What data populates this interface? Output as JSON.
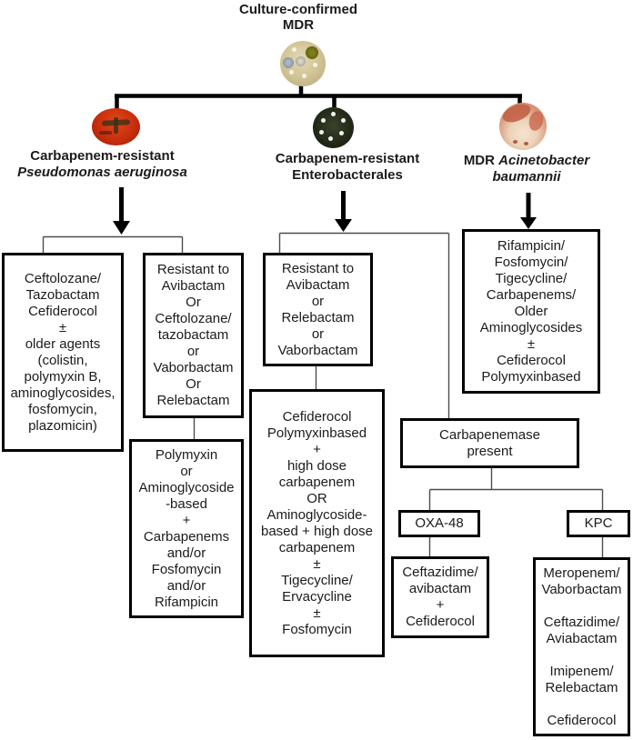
{
  "figure": {
    "title_line1": "Culture-confirmed",
    "title_line2": "MDR"
  },
  "branches": {
    "pseudomonas": {
      "line1": "Carbapenem-resistant",
      "line2_italic": "Pseudomonas aeruginosa"
    },
    "enterobacterales": {
      "line1": "Carbapenem-resistant",
      "line2": "Enterobacterales"
    },
    "acinetobacter": {
      "line1_bold": "MDR",
      "line1_italic": "Acinetobacter",
      "line2_italic": "baumannii"
    }
  },
  "boxes": {
    "ceftolozane": {
      "lines": [
        "Ceftolozane/",
        "Tazobactam",
        "Cefiderocol",
        "±",
        "older agents",
        "(colistin,",
        "polymyxin B,",
        "aminoglycosides,",
        "fosfomycin,",
        "plazomicin)"
      ]
    },
    "pa_resistance": {
      "lines": [
        "Resistant to",
        "Avibactam",
        "Or",
        "Ceftolozane/",
        "tazobactam",
        "or",
        "Vaborbactam",
        "Or",
        "Relebactam"
      ]
    },
    "polymyxin_regimen": {
      "lines": [
        "Polymyxin",
        "or",
        "Aminoglycoside",
        "-based",
        "+",
        "Carbapenems",
        "and/or",
        "Fosfomycin",
        "and/or",
        "Rifampicin"
      ]
    },
    "ent_resistance": {
      "lines": [
        "Resistant to",
        "Avibactam",
        "or",
        "Relebactam",
        "or",
        "Vaborbactam"
      ]
    },
    "cefiderocol_regimen": {
      "lines": [
        "Cefiderocol",
        "Polymyxinbased",
        "+",
        "high dose",
        "carbapenem",
        "OR",
        "Aminoglycoside-",
        "based + high dose",
        "carbapenem",
        "±",
        "Tigecycline/",
        "Ervacycline",
        "±",
        "Fosfomycin"
      ]
    },
    "rifampicin_regimen": {
      "lines": [
        "Rifampicin/",
        "Fosfomycin/",
        "Tigecycline/",
        "Carbapenems/",
        "Older",
        "Aminoglycosides",
        "±",
        "Cefiderocol",
        "Polymyxinbased"
      ]
    },
    "carbapenemase": {
      "lines": [
        "Carbapenemase",
        "present"
      ]
    },
    "oxa48": {
      "label": "OXA-48"
    },
    "kpc": {
      "label": "KPC"
    },
    "ceftazidime_regimen": {
      "lines": [
        "Ceftazidime/",
        "avibactam",
        "+",
        "Cefiderocol"
      ]
    },
    "meropenem_options": {
      "lines": [
        "Meropenem/",
        "Vaborbactam",
        "",
        "Ceftazidime/",
        "Aviabactam",
        "",
        "Imipenem/",
        "Relebactam",
        "",
        "Cefiderocol"
      ]
    }
  },
  "icons": {
    "mdr-culture-plate-icon": "tan agar plate with antibiotic discs",
    "pseudomonas-plate-icon": "red agar plate with dark streaks",
    "enterobacterales-plate-icon": "dark agar plate with white colonies",
    "acinetobacter-plate-icon": "salmon blood-agar plate"
  },
  "colors": {
    "text": "#1b1b1b",
    "box_border": "#000000",
    "thick_line": "#000000",
    "thin_line": "#4d4d4d",
    "dish_top_base": "#cfc192",
    "dish_left_base": "#c52c0c",
    "dish_middle_base": "#232b19",
    "dish_right_base": "#d89a7c"
  }
}
